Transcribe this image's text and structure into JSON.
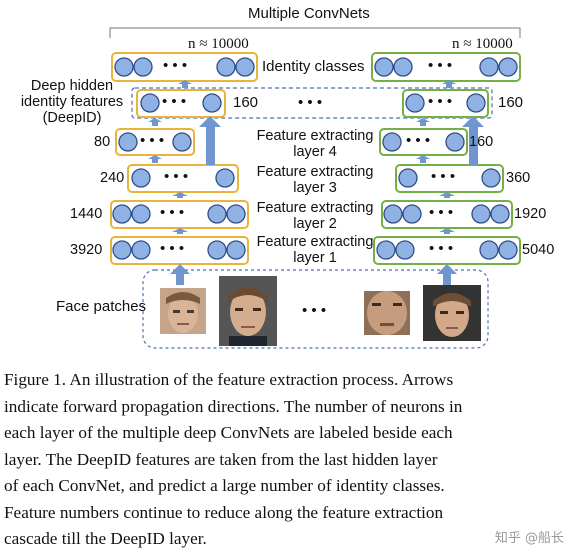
{
  "diagram": {
    "title": "Multiple ConvNets",
    "n_label_left": "n ≈ 10000",
    "n_label_right": "n ≈ 10000",
    "identity_label": "Identity classes",
    "deepid_label_lines": [
      "Deep hidden",
      "identity features",
      "(DeepID)"
    ],
    "deepid_left_count": "160",
    "deepid_right_count": "160",
    "middle_dots": "• • •",
    "face_dots": "• • •",
    "face_patches_label": "Face patches",
    "layers": [
      {
        "lines": [
          "Feature extracting",
          "layer 4"
        ],
        "left_count": "80",
        "right_count": "160"
      },
      {
        "lines": [
          "Feature extracting",
          "layer 3"
        ],
        "left_count": "240",
        "right_count": "360"
      },
      {
        "lines": [
          "Feature extracting",
          "layer 2"
        ],
        "left_count": "1440",
        "right_count": "1920"
      },
      {
        "lines": [
          "Feature extracting",
          "layer 1"
        ],
        "left_count": "3920",
        "right_count": "5040"
      }
    ],
    "colors": {
      "neuron_fill": "#8fb1e3",
      "neuron_stroke": "#2f4f8a",
      "left_box": "#e8b53a",
      "right_box": "#74b044",
      "arrow": "#6f96cf",
      "dashed": "#4a6fae"
    }
  },
  "caption": {
    "lines": [
      "Figure 1. An illustration of the feature extraction process. Arrows",
      "indicate forward propagation directions. The number of neurons in",
      "each layer of the multiple deep ConvNets are labeled beside each",
      "layer.  The DeepID features are taken from the last hidden layer",
      "of each ConvNet, and predict a large number of identity classes.",
      "Feature numbers continue to reduce along the feature extraction",
      "cascade till the DeepID layer."
    ]
  },
  "watermark": "知乎 @船长"
}
